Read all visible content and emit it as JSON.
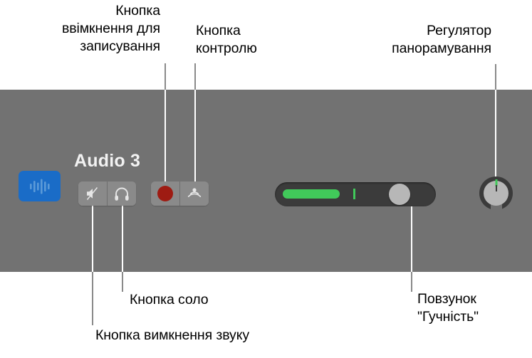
{
  "panel": {
    "background_color": "#727272",
    "track": {
      "name": "Audio 3",
      "icon_name": "audio-waveform-icon",
      "icon_color": "#1a6cc7",
      "buttons": [
        {
          "id": "mute",
          "icon": "speaker-mute-icon",
          "label": "Mute"
        },
        {
          "id": "solo",
          "icon": "headphones-icon",
          "label": "Solo"
        },
        {
          "id": "record",
          "icon": "record-circle-icon",
          "label": "Record Enable",
          "color": "#9e1b12"
        },
        {
          "id": "monitor",
          "icon": "input-monitoring-icon",
          "label": "Monitor"
        }
      ],
      "volume": {
        "level_color": "#41c95a",
        "track_color": "#3b3b3b",
        "handle_color": "#b7b7b7",
        "level_percent": 36,
        "peak_percent": 49,
        "handle_percent": 71
      },
      "pan": {
        "indicator_color": "#41c95a",
        "ring_color": "#3b3b3b",
        "cap_color": "#b7b7b7",
        "position": "center"
      }
    }
  },
  "callouts": [
    {
      "id": "record-enable",
      "text": "Кнопка\nввімкнення для\nзаписування",
      "align": "right"
    },
    {
      "id": "monitor",
      "text": "Кнопка\nконтролю",
      "align": "left"
    },
    {
      "id": "pan",
      "text": "Регулятор\nпанорамування",
      "align": "right"
    },
    {
      "id": "solo",
      "text": "Кнопка соло",
      "align": "left"
    },
    {
      "id": "mute",
      "text": "Кнопка вимкнення звуку",
      "align": "left"
    },
    {
      "id": "volume",
      "text": "Повзунок\n\"Гучність\"",
      "align": "left"
    }
  ]
}
